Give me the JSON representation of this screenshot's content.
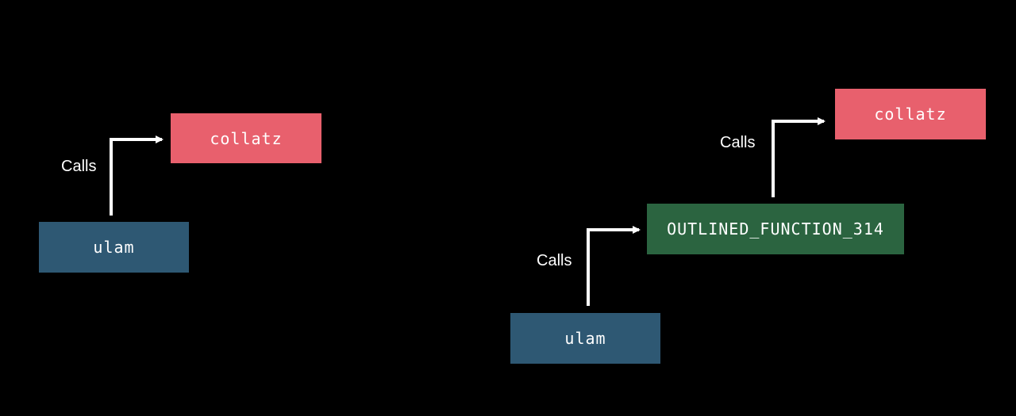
{
  "colors": {
    "background": "#000000",
    "ulam": "#2e5873",
    "collatz": "#e8606d",
    "outlined": "#2b6440",
    "arrow": "#ffffff"
  },
  "left_diagram": {
    "caller": "ulam",
    "callee": "collatz",
    "edge_label": "Calls"
  },
  "right_diagram": {
    "caller": "ulam",
    "middle": "OUTLINED_FUNCTION_314",
    "callee": "collatz",
    "edge_label_lower": "Calls",
    "edge_label_upper": "Calls"
  }
}
